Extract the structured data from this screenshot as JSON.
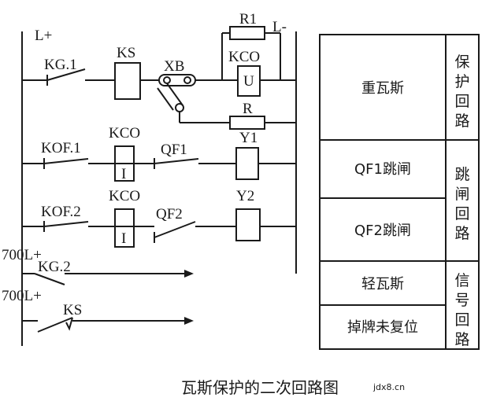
{
  "diagram": {
    "caption": "瓦斯保护的二次回路图",
    "watermark": "jdx8.cn",
    "bus_left": "L+",
    "bus_right": "L-",
    "labels": {
      "r1": "R1",
      "ks_relay": "KS",
      "kg1": "KG.1",
      "xb": "XB",
      "kco_top": "KCO",
      "kco_u": "U",
      "r": "R",
      "kco_mid": "KCO",
      "kco_i1": "I",
      "kof1": "KOF.1",
      "qf1": "QF1",
      "y1": "Y1",
      "kco_low": "KCO",
      "kco_i2": "I",
      "kof2": "KOF.2",
      "qf2": "QF2",
      "y2": "Y2",
      "line700a": "700L+",
      "kg2": "KG.2",
      "line700b": "700L+",
      "ks_contact": "KS"
    },
    "table": {
      "rows": [
        {
          "function": "重瓦斯"
        },
        {
          "function": "QF1跳闸"
        },
        {
          "function": "QF2跳闸"
        },
        {
          "function": "轻瓦斯"
        },
        {
          "function": "掉牌未复位"
        }
      ],
      "groups": [
        {
          "label": "保护回路",
          "chars": [
            "保",
            "护",
            "回",
            "路"
          ]
        },
        {
          "label": "跳闸回路",
          "chars": [
            "跳",
            "闸",
            "回",
            "路"
          ]
        },
        {
          "label": "信号回路",
          "chars": [
            "信",
            "号",
            "回",
            "路"
          ]
        }
      ]
    }
  }
}
